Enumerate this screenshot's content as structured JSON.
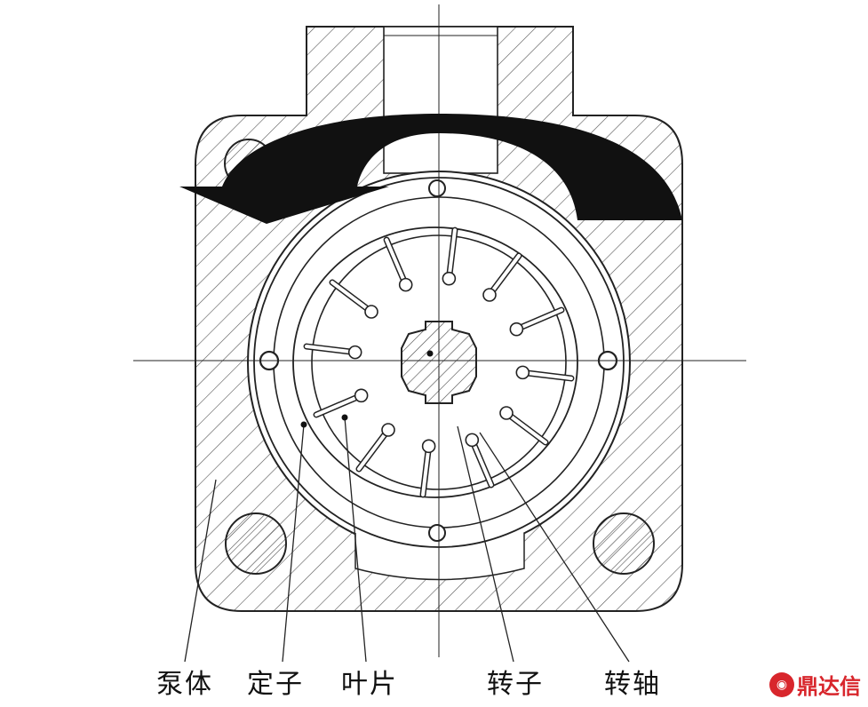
{
  "labels": {
    "pump_body": "泵体",
    "stator": "定子",
    "vane": "叶片",
    "rotor": "转子",
    "shaft": "转轴"
  },
  "watermark": {
    "brand": "鼎达信"
  },
  "colors": {
    "line": "#222222",
    "hatch": "#555555",
    "arrow": "#111111",
    "watermark": "#d8262c"
  },
  "vane_count": 12
}
